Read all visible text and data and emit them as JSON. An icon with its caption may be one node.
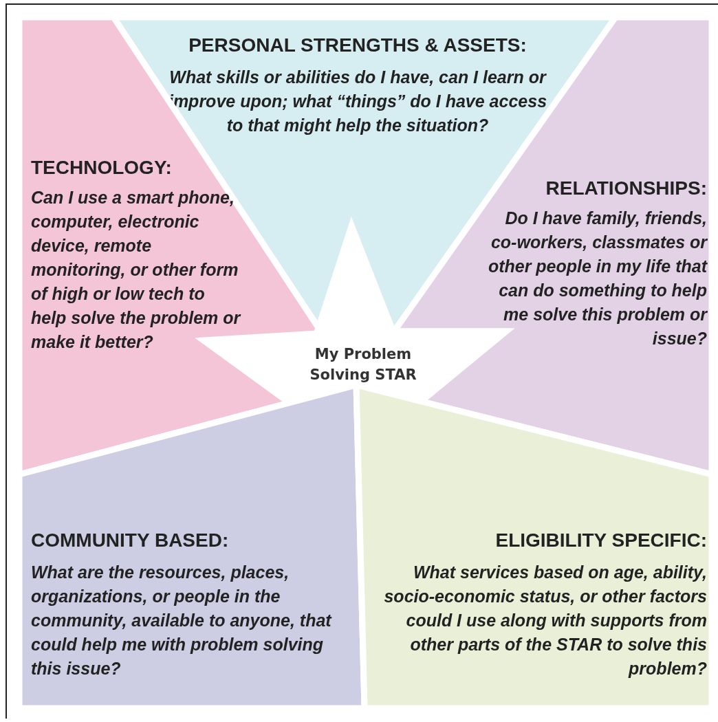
{
  "diagram": {
    "nodes": [
      {
        "text": [
          "PERSONAL STRENGTHS & ASSETS:",
          "What skills or abilities do I have, can I learn or improve upon; what “things” do I have access to that might help the situation?"
        ]
      },
      {
        "text": [
          "TECHNOLOGY:",
          "Can I use a smart phone, computer, electronic device, remote monitoring, or other form of high or low tech to help solve the problem or make it better?"
        ]
      },
      {
        "text": [
          "RELATIONSHIPS:",
          "Do I have family, friends, co-workers, classmates or other people in my life that can do something to help me solve this problem or issue?"
        ]
      },
      {
        "text": [
          "My Problem Solving STAR"
        ]
      },
      {
        "text": [
          "COMMUNITY BASED:",
          "What are the resources, places, organizations, or people in the community, available to anyone, that could help me with problem solving this issue?"
        ]
      },
      {
        "text": [
          "ELIGIBILITY SPECIFIC:",
          "What services based on age, ability, socio-economic status, or other factors could I use along with supports from other parts of the STAR to solve this problem?"
        ]
      }
    ]
  }
}
